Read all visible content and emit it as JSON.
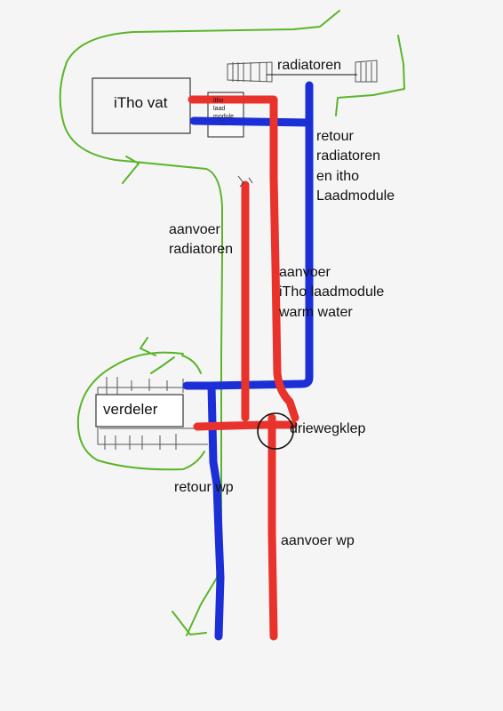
{
  "labels": {
    "itho_vat": "iTho vat",
    "laadmodule": [
      "itho",
      "laad",
      "module"
    ],
    "radiatoren": "radiatoren",
    "retour_radiatoren": [
      "retour",
      "radiatoren",
      "en itho",
      "Laadmodule"
    ],
    "aanvoer_radiatoren": [
      "aanvoer",
      "radiatoren"
    ],
    "aanvoer_itho": [
      "aanvoer",
      "iTho laadmodule",
      "warm water"
    ],
    "verdeler": "verdeler",
    "driewegklep": "driewegklep",
    "retour_wp": "retour wp",
    "aanvoer_wp": "aanvoer wp"
  },
  "colors": {
    "background": "#f5f5f5",
    "supply_pipe": "#e8322b",
    "return_pipe": "#1c2fd6",
    "annotation": "#5ab52a",
    "outline": "#555555"
  }
}
